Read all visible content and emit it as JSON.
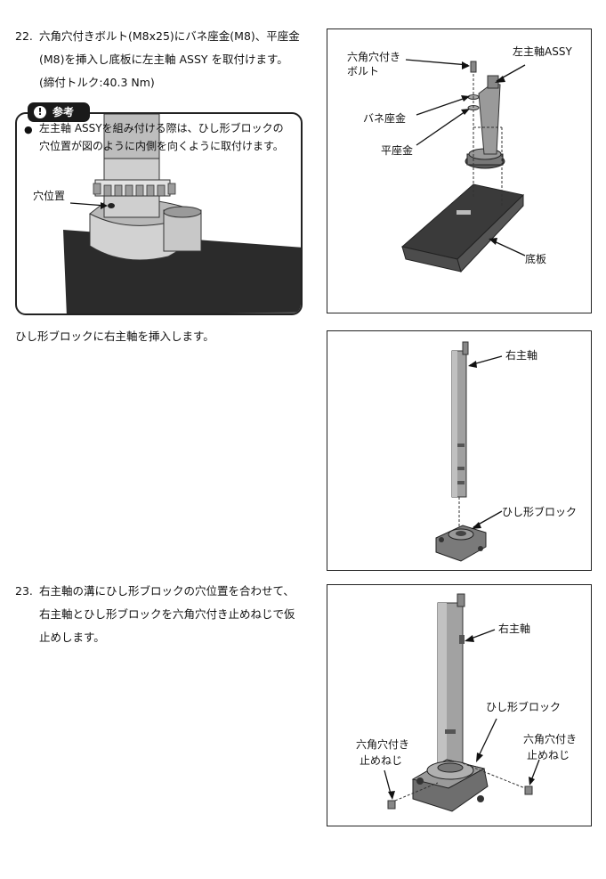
{
  "step22": {
    "number": "22.",
    "line1": "六角穴付きボルト(M8x25)にバネ座金(M8)、平座金",
    "line2": "(M8)を挿入し底板に左主軸 ASSY を取付けます。",
    "line3": "(締付トルク:40.3 Nm)"
  },
  "note": {
    "badge": "参考",
    "bullet": "●",
    "line1": "左主軸 ASSYを組み付ける際は、ひし形ブロックの",
    "line2": "穴位置が図のように内側を向くように取付けます。",
    "hole_label": "穴位置"
  },
  "fig1": {
    "bolt_line1": "六角穴付き",
    "bolt_line2": "ボルト",
    "left_shaft": "左主軸ASSY",
    "spring_washer": "バネ座金",
    "flat_washer": "平座金",
    "base_plate": "底板"
  },
  "insert_text": "ひし形ブロックに右主軸を挿入します。",
  "fig2": {
    "right_shaft": "右主軸",
    "block": "ひし形ブロック"
  },
  "step23": {
    "number": "23.",
    "line1": "右主軸の溝にひし形ブロックの穴位置を合わせて、",
    "line2": "右主軸とひし形ブロックを六角穴付き止めねじで仮",
    "line3": "止めします。"
  },
  "fig3": {
    "right_shaft": "右主軸",
    "block": "ひし形ブロック",
    "screw_left_1": "六角穴付き",
    "screw_left_2": "止めねじ",
    "screw_right_1": "六角穴付き",
    "screw_right_2": "止めねじ"
  }
}
